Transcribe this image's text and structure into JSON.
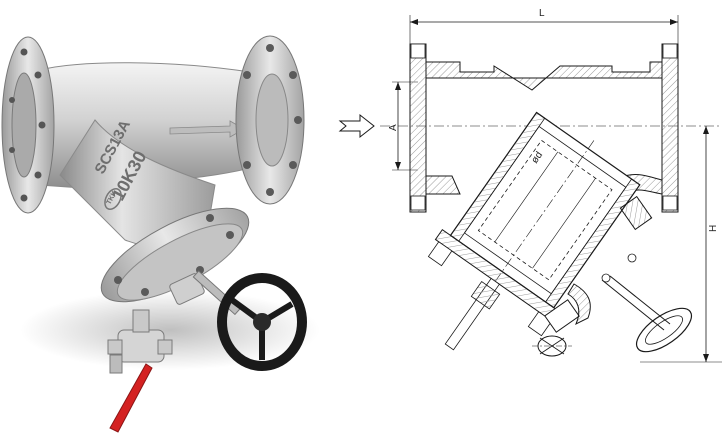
{
  "photo": {
    "cast_line_1": "SCS13A",
    "cast_line_2": "10K30",
    "cast_logo": "TKK",
    "colors": {
      "steel_light": "#e6e6e6",
      "steel_mid": "#b5b5b5",
      "steel_dark": "#7a7a7a",
      "handwheel": "#1a1a1a",
      "lever": "#d42121",
      "brass": "#c9b48a"
    }
  },
  "drawing": {
    "label_length": "L",
    "label_inlet": "A",
    "label_height": "H",
    "label_diameter": "ød",
    "colors": {
      "line": "#1a1a1a",
      "hatch": "#9a9a9a",
      "body_fill": "#d8d8d8"
    }
  }
}
